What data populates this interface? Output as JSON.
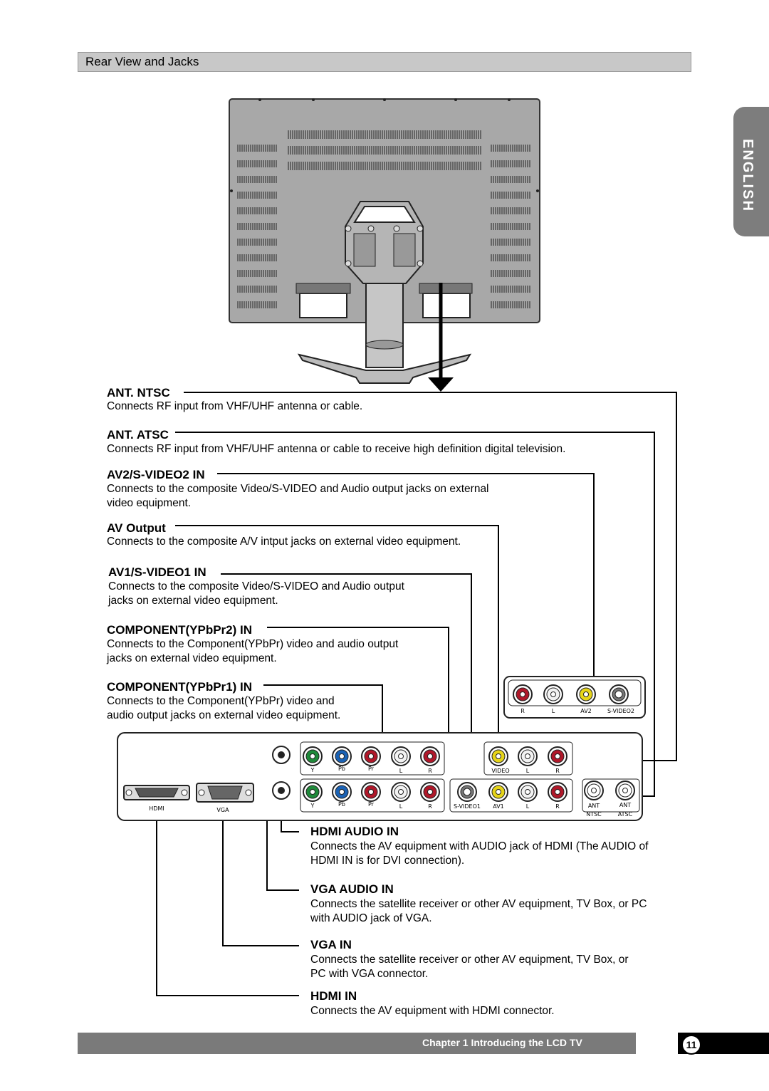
{
  "header": {
    "title": "Rear View and Jacks"
  },
  "side_tab": {
    "label": "ENGLISH"
  },
  "items": [
    {
      "title": "ANT. NTSC",
      "desc": "Connects RF input from VHF/UHF antenna or cable."
    },
    {
      "title": "ANT. ATSC",
      "desc": "Connects RF input from VHF/UHF antenna or cable to receive high definition digital television."
    },
    {
      "title": "AV2/S-VIDEO2 IN",
      "desc_lines": [
        "Connects to the composite Video/S-VIDEO and Audio output jacks on external",
        "video equipment."
      ]
    },
    {
      "title": "AV Output",
      "desc": "Connects to the composite A/V intput jacks on external video equipment."
    },
    {
      "title": "AV1/S-VIDEO1 IN",
      "desc_lines": [
        "Connects to the composite Video/S-VIDEO and Audio output",
        "jacks on external video equipment."
      ]
    },
    {
      "title": "COMPONENT(YPbPr2) IN",
      "desc_lines": [
        "Connects to the Component(YPbPr) video and audio output",
        "jacks on external video equipment."
      ]
    },
    {
      "title": "COMPONENT(YPbPr1) IN",
      "desc_lines": [
        "Connects to the Component(YPbPr) video and",
        "audio output jacks on external video equipment."
      ]
    },
    {
      "title": "HDMI AUDIO IN",
      "desc_lines": [
        "Connects the AV equipment with AUDIO jack of HDMI (The AUDIO of",
        "HDMI IN is for DVI connection)."
      ]
    },
    {
      "title": "VGA AUDIO IN",
      "desc_lines": [
        "Connects the satellite receiver or other AV equipment, TV Box, or PC",
        "with AUDIO jack of VGA."
      ]
    },
    {
      "title": "VGA IN",
      "desc_lines": [
        "Connects the satellite receiver or other AV equipment, TV Box, or",
        "PC with VGA connector."
      ]
    },
    {
      "title": "HDMI IN",
      "desc": "Connects the AV equipment with HDMI connector."
    }
  ],
  "jack_labels": {
    "side_panel": [
      "R",
      "L",
      "AV2",
      "S-VIDEO2"
    ],
    "comp2": [
      "Y",
      "Pb",
      "Pr",
      "L",
      "R"
    ],
    "comp1": [
      "Y",
      "Pb",
      "Pr",
      "L",
      "R"
    ],
    "av_out": [
      "VIDEO",
      "L",
      "R"
    ],
    "av1": [
      "S-VIDEO1",
      "AV1",
      "L",
      "R"
    ],
    "ant": [
      "ANT",
      "ANT",
      "NTSC",
      "ATSC"
    ],
    "hdmi": "HDMI",
    "vga": "VGA"
  },
  "colors": {
    "red": "#b0182a",
    "green": "#1f8a3a",
    "blue": "#1a62b5",
    "yellow": "#e6d419",
    "white": "#f2f2f2",
    "tv_body": "#a8a8a8"
  },
  "footer": {
    "chapter": "Chapter 1  Introducing the LCD TV",
    "page": "11"
  }
}
